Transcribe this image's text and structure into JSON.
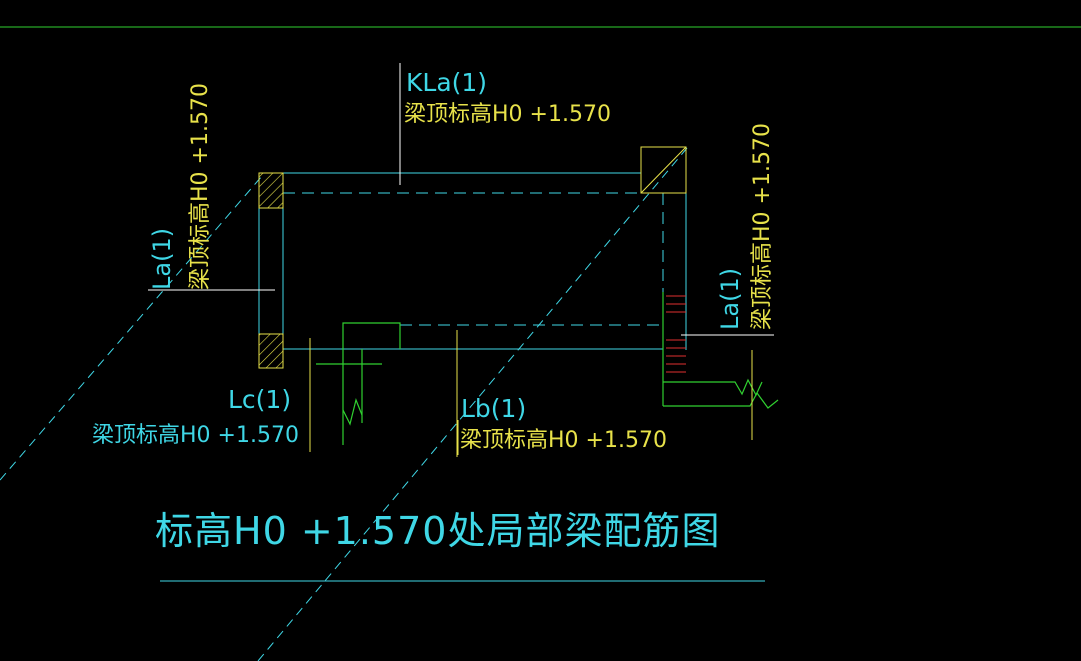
{
  "drawing": {
    "title": "标高H0 +1.570处局部梁配筋图",
    "colors": {
      "background": "#000000",
      "cyan": "#3fd7e6",
      "yellow": "#e8e24a",
      "green": "#30d030",
      "red": "#e03030",
      "white": "#ffffff"
    }
  },
  "beams": {
    "kla": {
      "name": "KLa(1)",
      "elevation": "梁顶标高H0 +1.570"
    },
    "la_left": {
      "name": "La(1)",
      "elevation": "梁顶标高H0 +1.570"
    },
    "la_right": {
      "name": "La(1)",
      "elevation": "梁顶标高H0 +1.570"
    },
    "lc": {
      "name": "Lc(1)",
      "elevation": "梁顶标高H0 +1.570"
    },
    "lb": {
      "name": "Lb(1)",
      "elevation": "梁顶标高H0 +1.570"
    }
  }
}
